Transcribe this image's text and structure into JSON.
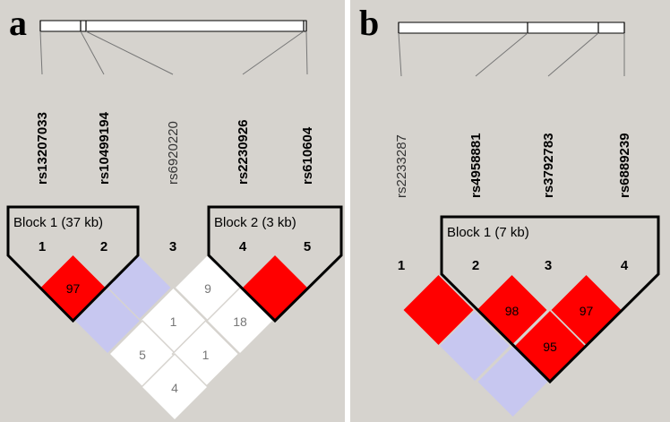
{
  "panels": [
    {
      "letter": "a",
      "snps": [
        {
          "name": "rs13207033",
          "bold": true
        },
        {
          "name": "rs10499194",
          "bold": true
        },
        {
          "name": "rs6920220",
          "bold": false
        },
        {
          "name": "rs2230926",
          "bold": true
        },
        {
          "name": "rs610604",
          "bold": true
        }
      ],
      "marker_numbers": [
        "1",
        "2",
        "3",
        "4",
        "5"
      ],
      "blocks": [
        {
          "label": "Block 1 (37 kb)",
          "markers": [
            1,
            2
          ]
        },
        {
          "label": "Block 2 (3 kb)",
          "markers": [
            4,
            5
          ]
        }
      ],
      "ld_cells": [
        {
          "pair": [
            1,
            2
          ],
          "value": "97",
          "color": "#ff0000",
          "text_color": "#000000"
        },
        {
          "pair": [
            2,
            3
          ],
          "value": "",
          "color": "#c7c7f0",
          "text_color": "#000000"
        },
        {
          "pair": [
            3,
            4
          ],
          "value": "9",
          "color": "#ffffff",
          "text_color": "#777777"
        },
        {
          "pair": [
            4,
            5
          ],
          "value": "",
          "color": "#ff0000",
          "text_color": "#000000"
        },
        {
          "pair": [
            1,
            3
          ],
          "value": "",
          "color": "#c7c7f0",
          "text_color": "#000000"
        },
        {
          "pair": [
            2,
            4
          ],
          "value": "1",
          "color": "#ffffff",
          "text_color": "#777777"
        },
        {
          "pair": [
            3,
            5
          ],
          "value": "18",
          "color": "#ffffff",
          "text_color": "#777777"
        },
        {
          "pair": [
            1,
            4
          ],
          "value": "5",
          "color": "#ffffff",
          "text_color": "#777777"
        },
        {
          "pair": [
            2,
            5
          ],
          "value": "1",
          "color": "#ffffff",
          "text_color": "#777777"
        },
        {
          "pair": [
            1,
            5
          ],
          "value": "4",
          "color": "#ffffff",
          "text_color": "#777777"
        }
      ]
    },
    {
      "letter": "b",
      "snps": [
        {
          "name": "rs2233287",
          "bold": false
        },
        {
          "name": "rs4958881",
          "bold": true
        },
        {
          "name": "rs3792783",
          "bold": true
        },
        {
          "name": "rs6889239",
          "bold": true
        }
      ],
      "marker_numbers": [
        "1",
        "2",
        "3",
        "4"
      ],
      "blocks": [
        {
          "label": "Block 1 (7 kb)",
          "markers": [
            2,
            4
          ]
        }
      ],
      "ld_cells": [
        {
          "pair": [
            1,
            2
          ],
          "value": "",
          "color": "#ff0000",
          "text_color": "#000000"
        },
        {
          "pair": [
            2,
            3
          ],
          "value": "98",
          "color": "#ff0000",
          "text_color": "#000000"
        },
        {
          "pair": [
            3,
            4
          ],
          "value": "97",
          "color": "#ff0000",
          "text_color": "#000000"
        },
        {
          "pair": [
            1,
            3
          ],
          "value": "",
          "color": "#c7c7f0",
          "text_color": "#000000"
        },
        {
          "pair": [
            2,
            4
          ],
          "value": "95",
          "color": "#ff0000",
          "text_color": "#000000"
        },
        {
          "pair": [
            1,
            4
          ],
          "value": "",
          "color": "#c7c7f0",
          "text_color": "#000000"
        }
      ]
    }
  ]
}
